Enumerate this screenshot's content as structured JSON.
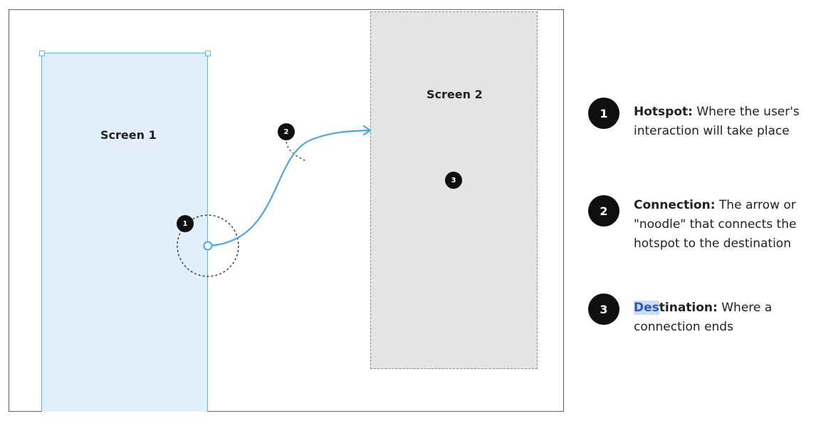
{
  "canvas": {
    "screen1": {
      "label": "Screen 1"
    },
    "screen2": {
      "label": "Screen 2"
    },
    "markers": {
      "hotspot": "1",
      "connection": "2",
      "destination": "3"
    }
  },
  "legend": [
    {
      "number": "1",
      "term": "Hotspot:",
      "description": "Where the user's interaction will take place"
    },
    {
      "number": "2",
      "term": "Connection:",
      "description": "The arrow or \"noodle\" that connects the hotspot to the destination"
    },
    {
      "number": "3",
      "term_highlight": "Des",
      "term_rest": "tination:",
      "description": "Where a connection ends"
    }
  ],
  "colors": {
    "screen1_fill": "#e2effa",
    "screen1_border": "#5fb2e6",
    "screen2_fill": "#e4e4e4",
    "connection": "#4aa8e0",
    "marker": "#0f0f0f",
    "highlight_bg": "#cfdaf3",
    "highlight_text": "#2b5bb5"
  }
}
